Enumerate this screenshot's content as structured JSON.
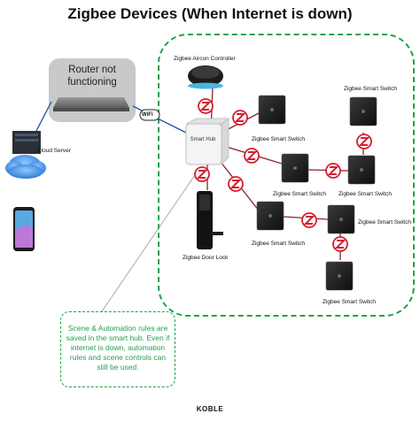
{
  "title": "Zigbee Devices (When Internet is down)",
  "router": {
    "label": "Router not functioning",
    "device_text": "Router"
  },
  "cloud_server": {
    "label": "Cloud Server"
  },
  "hub": {
    "label": "Smart Hub"
  },
  "aircon": {
    "label": "Zigbee Aircon Controller"
  },
  "door_lock": {
    "label": "Zigbee Door Lock"
  },
  "switches": [
    {
      "label": "Zigbee Smart Switch"
    },
    {
      "label": "Zigbee Smart Switch"
    },
    {
      "label": "Zigbee Smart Switch"
    },
    {
      "label": "Zigbee Smart Switch"
    },
    {
      "label": "Zigbee Smart Switch"
    },
    {
      "label": "Zigbee Smart Switch"
    },
    {
      "label": "Zigbee Smart Switch"
    }
  ],
  "wifi_text": "WiFi",
  "note": "Scene & Automation rules are saved in the smart hub. Even if internet is down, automation rules and scene controls can still be used.",
  "brand": "KOBLE",
  "colors": {
    "zone_border": "#1fa34a",
    "zigbee_red": "#d42030",
    "link_red": "#b0203a",
    "switch_body": "#1b1b1b"
  }
}
